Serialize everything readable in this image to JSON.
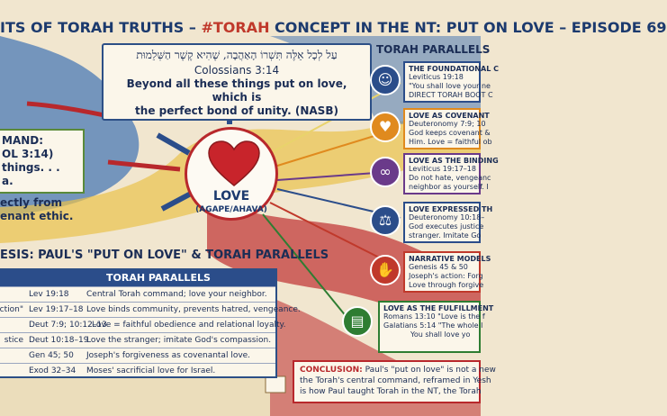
{
  "title": {
    "prefix": "ITS OF TORAH TRUTHS – ",
    "accent": "#TORAH",
    "suffix": " CONCEPT IN THE NT: PUT ON LOVE – EPISODE 69"
  },
  "verse": {
    "hebrew": "עַל לְכָל אֵלֶּה תִּשְׁרוֹ הָאַהֲבָה, שֶׁהִיא קֶשֶׁר הַשְּׁלֵמוּת",
    "reference": "Colossians 3:14",
    "quote_line1": "Beyond all these things put on love, which is",
    "quote_line2": "the perfect bond of unity. (NASB)"
  },
  "center": {
    "label": "LOVE",
    "sublabel": "(AGAPE/AHAVA)"
  },
  "left_panel": {
    "line1": "MAND:",
    "line2": "OL 3:14)",
    "line3": "things. . .",
    "line4": "a."
  },
  "left_text": {
    "line1": "ectly from",
    "line2": "enant ethic."
  },
  "table": {
    "title": "ESIS: PAUL'S \"PUT ON LOVE\" & TORAH PARALLELS",
    "header": "TORAH PARALLELS",
    "rows": [
      {
        "label": "",
        "ref": "Lev 19:18",
        "text": "Central Torah command; love your neighbor."
      },
      {
        "label": "ction\"",
        "ref": "Lev 19:17–18",
        "text": "Love binds community, prevents hatred, vengeance."
      },
      {
        "label": "",
        "ref": "Deut 7:9; 10:12–13",
        "text": "Love = faithful obedience and relational loyalty."
      },
      {
        "label": "stice",
        "ref": "Deut 10:18–19",
        "text": "Love the stranger; imitate God's compassion."
      },
      {
        "label": "",
        "ref": "Gen 45; 50",
        "text": "Joseph's forgiveness as covenantal love."
      },
      {
        "label": "",
        "ref": "Exod 32–34",
        "text": "Moses' sacrificial love for Israel."
      }
    ]
  },
  "right_panel": {
    "title": "TORAH PARALLELS",
    "cards": [
      {
        "heading": "THE FOUNDATIONAL C",
        "line1": "Leviticus 19:18",
        "line2": "\"You shall love your ne",
        "line3": "DIRECT TORAH BOOT C",
        "color": "#2b4d8a",
        "icon": "people-icon"
      },
      {
        "heading": "LOVE AS COVENANT",
        "line1": "Deuteronomy 7:9; 10",
        "line2": "God keeps covenant &",
        "line3": "Him. Love = faithful ob",
        "color": "#e08a1e",
        "icon": "heart-hands-icon"
      },
      {
        "heading": "LOVE AS THE BINDING",
        "line1": "Leviticus 19:17–18",
        "line2": "Do not hate, vengeanc",
        "line3": "neighbor as yourself. I",
        "color": "#6a3a8a",
        "icon": "chain-icon"
      },
      {
        "heading": "LOVE EXPRESSED TH",
        "line1": "Deuteronomy 10:18–",
        "line2": "God executes justice",
        "line3": "stranger. Imitate Go",
        "color": "#2b4d8a",
        "icon": "scales-icon"
      },
      {
        "heading": "NARRATIVE MODELS",
        "line1": "Genesis 45 & 50",
        "line2": "Joseph's action: Forg",
        "line3": "Love through forgive",
        "color": "#c0392b",
        "icon": "handshake-icon"
      },
      {
        "heading": "LOVE AS THE FULFILLMENT",
        "line1": "Romans 13:10  \"Love is the f",
        "line2": "Galatians 5:14  \"The whole l",
        "line3": "You shall love yo",
        "color": "#2e7d32",
        "icon": "book-icon"
      }
    ]
  },
  "conclusion": {
    "label": "CONCLUSION:",
    "line1": " Paul's \"put on love\" is not a new",
    "line2": "the Torah's central command, reframed in Yesh",
    "line3": "is how Paul taught Torah in the NT, the Torah"
  }
}
